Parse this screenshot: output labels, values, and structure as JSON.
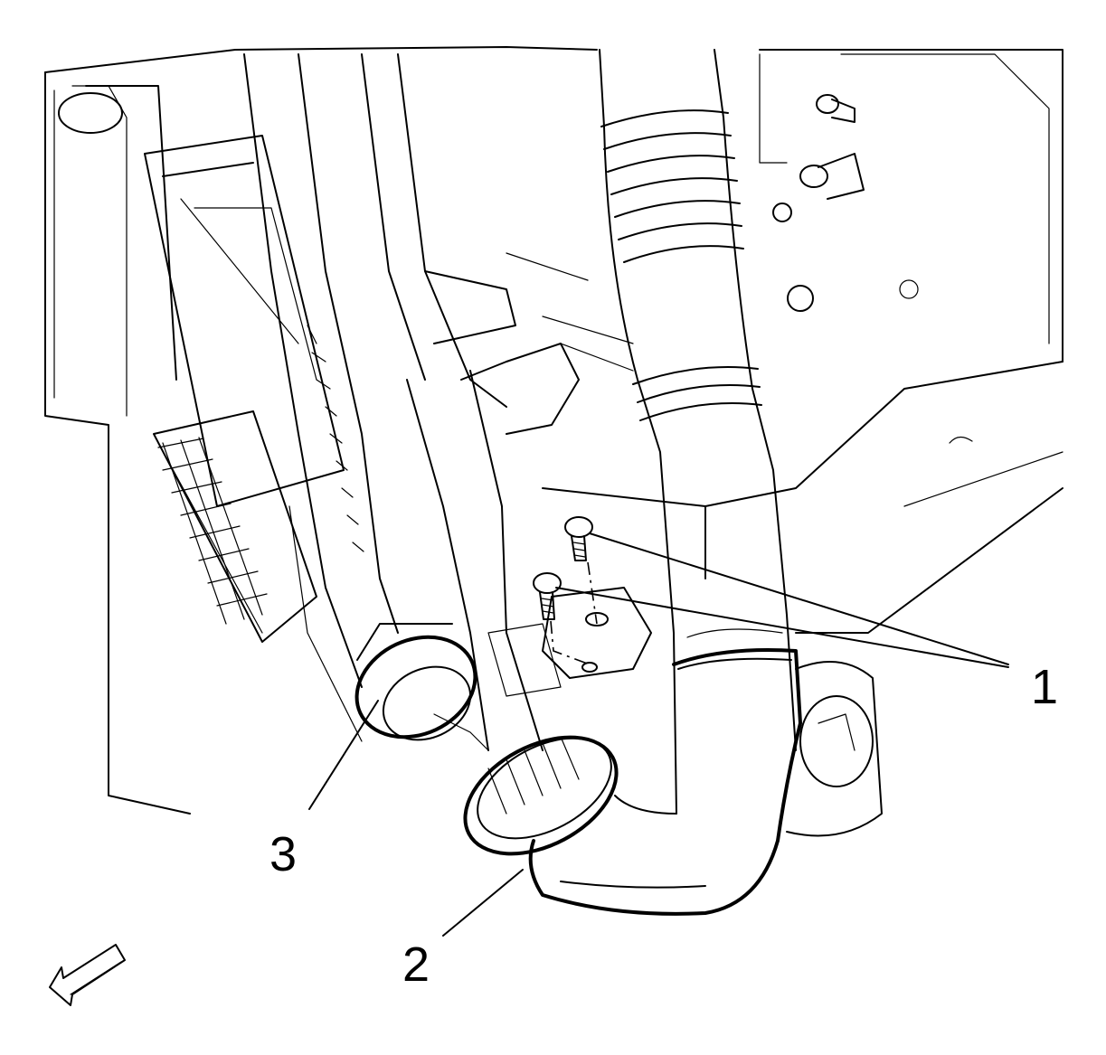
{
  "callouts": [
    {
      "id": "1",
      "label": "1"
    },
    {
      "id": "2",
      "label": "2"
    },
    {
      "id": "3",
      "label": "3"
    }
  ],
  "icons": {
    "direction_arrow": "front-direction-arrow-icon"
  },
  "colors": {
    "line": "#000000",
    "background": "#ffffff"
  }
}
